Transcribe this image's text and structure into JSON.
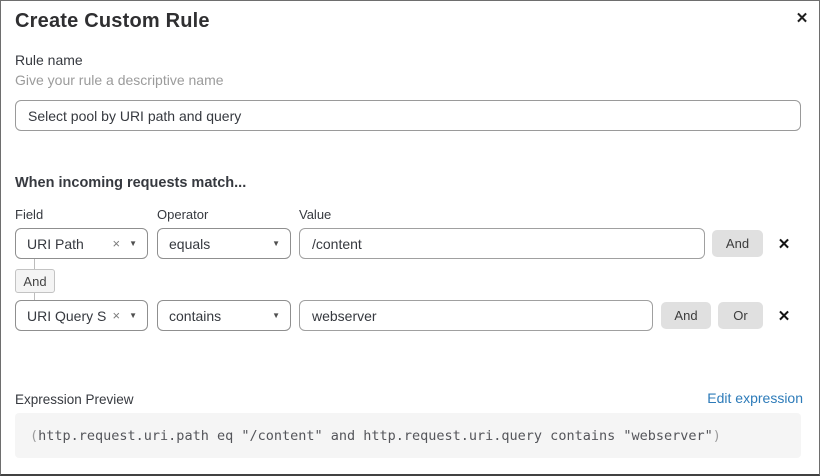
{
  "dialog": {
    "title": "Create Custom Rule"
  },
  "icons": {
    "close": "✕",
    "remove": "✕",
    "clear": "×",
    "caret": "▼"
  },
  "rule_name": {
    "label": "Rule name",
    "helper": "Give your rule a descriptive name",
    "value": "Select pool by URI path and query"
  },
  "matcher": {
    "heading": "When incoming requests match...",
    "columns": {
      "field": "Field",
      "operator": "Operator",
      "value": "Value"
    },
    "connector": "And",
    "rows": [
      {
        "field": "URI Path",
        "operator": "equals",
        "value": "/content",
        "and_label": "And"
      },
      {
        "field": "URI Query St...",
        "operator": "contains",
        "value": "webserver",
        "and_label": "And",
        "or_label": "Or"
      }
    ]
  },
  "expression": {
    "label": "Expression Preview",
    "edit_link": "Edit expression",
    "open_paren": "(",
    "body": "http.request.uri.path eq \"/content\" and http.request.uri.query contains \"webserver\"",
    "close_paren": ")"
  },
  "colors": {
    "link": "#2d7bb9",
    "button_bg": "#e0e0e0",
    "code_bg": "#f5f5f5",
    "text_dark": "#36393f",
    "helper_gray": "#9b9b9b"
  }
}
